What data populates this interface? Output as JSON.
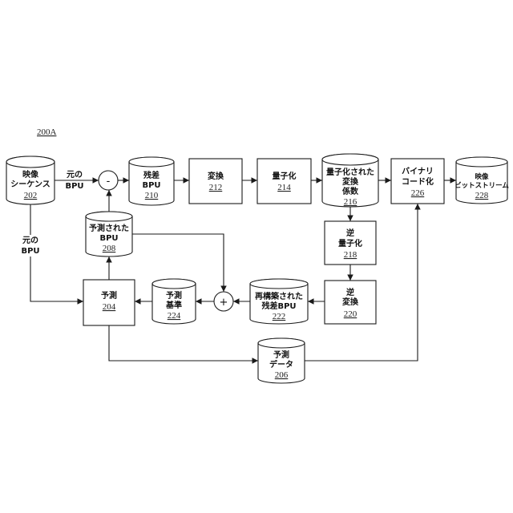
{
  "figure_label": "200A",
  "nodes": {
    "video_sequence": {
      "lines": [
        "映像",
        "シーケンス"
      ],
      "ref": "202"
    },
    "subtract": {
      "symbol": "-"
    },
    "residual_bpu": {
      "lines": [
        "残差",
        "BPU"
      ],
      "ref": "210"
    },
    "transform": {
      "lines": [
        "変換"
      ],
      "ref": "212"
    },
    "quantization": {
      "lines": [
        "量子化"
      ],
      "ref": "214"
    },
    "quantized_coeffs": {
      "lines": [
        "量子化された",
        "変換",
        "係数"
      ],
      "ref": "216"
    },
    "binary_coding": {
      "lines": [
        "バイナリ",
        "コード化"
      ],
      "ref": "226"
    },
    "video_bitstream": {
      "lines": [
        "映像",
        "ビットストリーム"
      ],
      "ref": "228"
    },
    "predicted_bpu": {
      "lines": [
        "予測された",
        "BPU"
      ],
      "ref": "208"
    },
    "inverse_quantization": {
      "lines": [
        "逆",
        "量子化"
      ],
      "ref": "218"
    },
    "prediction": {
      "lines": [
        "予測"
      ],
      "ref": "204"
    },
    "prediction_reference": {
      "lines": [
        "予測",
        "基準"
      ],
      "ref": "224"
    },
    "add": {
      "symbol": "+"
    },
    "reconstructed_residual": {
      "lines": [
        "再構築された",
        "残差BPU"
      ],
      "ref": "222"
    },
    "inverse_transform": {
      "lines": [
        "逆",
        "変換"
      ],
      "ref": "220"
    },
    "prediction_data": {
      "lines": [
        "予測",
        "データ"
      ],
      "ref": "206"
    }
  },
  "edge_labels": {
    "original_bpu_top": [
      "元の",
      "BPU"
    ],
    "original_bpu_left": [
      "元の",
      "BPU"
    ]
  }
}
